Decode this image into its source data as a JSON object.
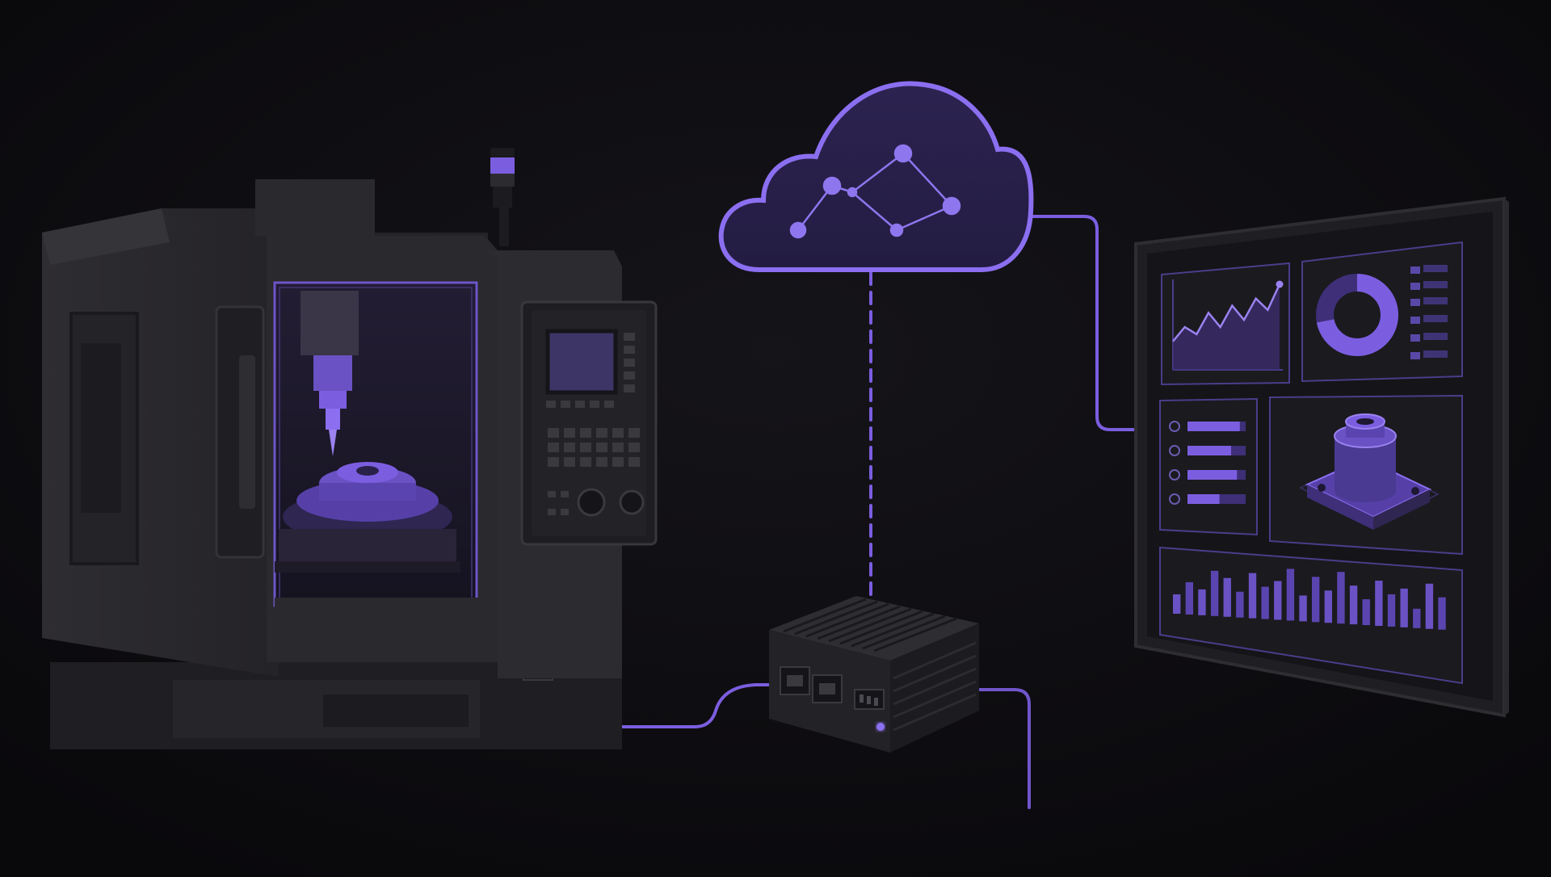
{
  "colors": {
    "background": "#0d0c10",
    "accent": "#7b5ee0",
    "accent_light": "#9b82f0",
    "accent_dark": "#3e2f78",
    "machine_body": "#2b2a2e",
    "machine_dark": "#1c1b1f",
    "machine_edge": "#3a393e",
    "screen_frame": "#1f1e22",
    "screen_panel": "#1a191d"
  },
  "nodes": [
    {
      "id": "cnc-machine",
      "icon": "cnc-milling-machine-icon"
    },
    {
      "id": "edge-gateway",
      "icon": "edge-gateway-box-icon"
    },
    {
      "id": "cloud",
      "icon": "cloud-network-icon"
    },
    {
      "id": "dashboard",
      "icon": "dashboard-monitor-icon"
    }
  ],
  "connections": [
    {
      "from": "cnc-machine",
      "to": "edge-gateway",
      "style": "solid"
    },
    {
      "from": "edge-gateway",
      "to": "cloud",
      "style": "dashed"
    },
    {
      "from": "cloud",
      "to": "dashboard",
      "style": "solid"
    },
    {
      "from": "edge-gateway",
      "to": "offscreen",
      "style": "solid"
    }
  ],
  "dashboard": {
    "bar_chart_values": [
      3,
      5,
      4,
      7,
      6,
      4,
      7,
      5,
      6,
      8,
      4,
      7,
      5,
      8,
      6,
      4,
      7,
      5,
      6,
      3,
      7,
      5
    ],
    "line_chart_values": [
      2,
      3,
      2.5,
      4,
      3,
      4.5,
      3.5,
      5,
      4.2,
      6
    ],
    "donut_fraction": 0.72,
    "list_fill_levels": [
      0.9,
      0.75,
      0.85,
      0.55
    ]
  }
}
